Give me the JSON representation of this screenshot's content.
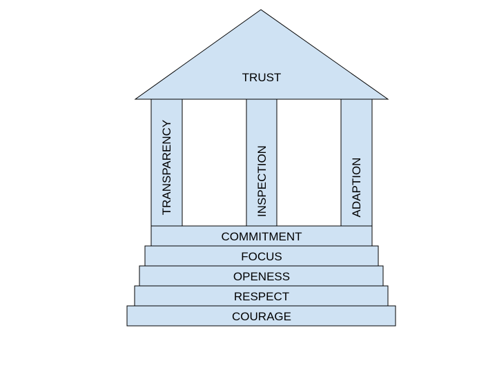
{
  "roof": {
    "label": "TRUST"
  },
  "pillars": [
    {
      "label": "TRANSPARENCY"
    },
    {
      "label": "INSPECTION"
    },
    {
      "label": "ADAPTION"
    }
  ],
  "steps": [
    {
      "label": "COMMITMENT"
    },
    {
      "label": "FOCUS"
    },
    {
      "label": "OPENESS"
    },
    {
      "label": "RESPECT"
    },
    {
      "label": "COURAGE"
    }
  ],
  "colors": {
    "fill": "#cfe2f3",
    "stroke": "#000000"
  }
}
